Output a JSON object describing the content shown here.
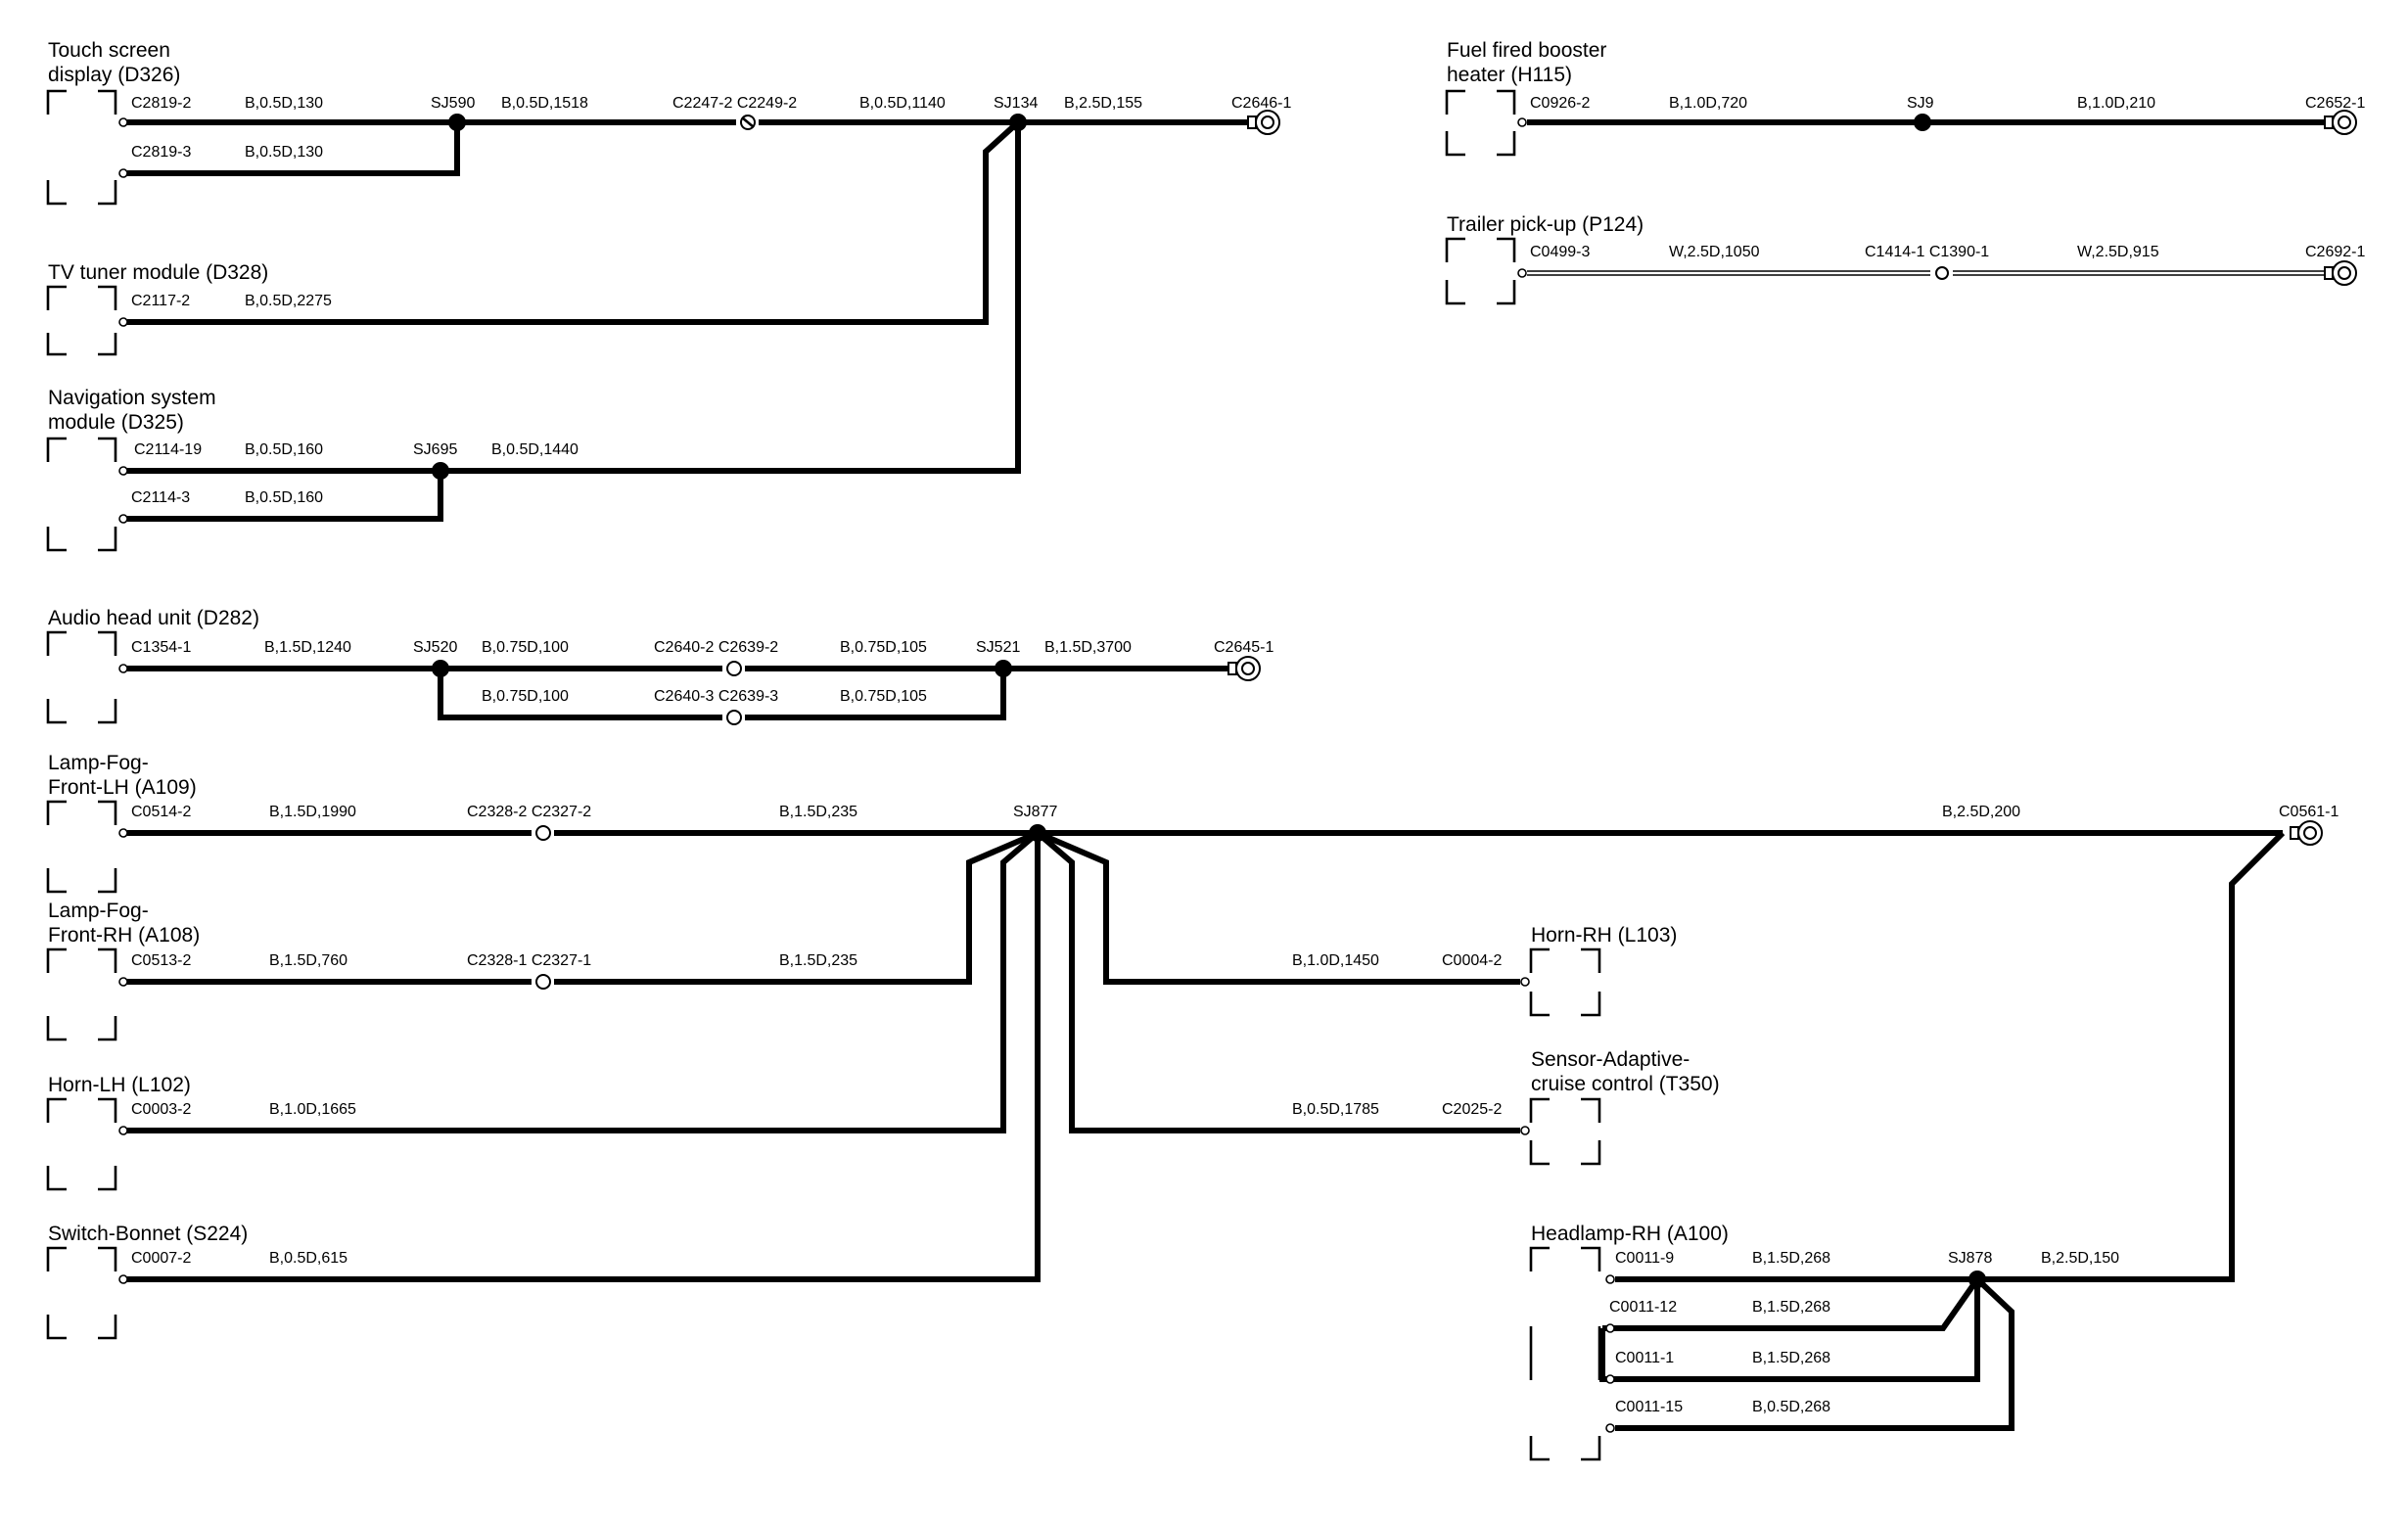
{
  "components": {
    "touch_screen": {
      "title1": "Touch screen",
      "title2": "display (D326)"
    },
    "tv_tuner": {
      "title1": "TV tuner module (D328)"
    },
    "nav_module": {
      "title1": "Navigation system",
      "title2": "module (D325)"
    },
    "audio_head": {
      "title1": "Audio head unit (D282)"
    },
    "fog_lh": {
      "title1": "Lamp-Fog-",
      "title2": "Front-LH (A109)"
    },
    "fog_rh": {
      "title1": "Lamp-Fog-",
      "title2": "Front-RH (A108)"
    },
    "horn_lh": {
      "title1": "Horn-LH (L102)"
    },
    "switch_bonnet": {
      "title1": "Switch-Bonnet (S224)"
    },
    "fuel_heater": {
      "title1": "Fuel fired booster",
      "title2": "heater (H115)"
    },
    "trailer": {
      "title1": "Trailer pick-up (P124)"
    },
    "horn_rh": {
      "title1": "Horn-RH (L103)"
    },
    "acc_sensor": {
      "title1": "Sensor-Adaptive-",
      "title2": "cruise control (T350)"
    },
    "headlamp_rh": {
      "title1": "Headlamp-RH (A100)"
    }
  },
  "labels": {
    "ts": {
      "c1": "C2819-2",
      "w1": "B,0.5D,130",
      "sj": "SJ590",
      "w2": "B,0.5D,1518",
      "cpair": "C2247-2 C2249-2",
      "w3": "B,0.5D,1140",
      "sj2": "SJ134",
      "w4": "B,2.5D,155",
      "end": "C2646-1",
      "c2": "C2819-3",
      "w5": "B,0.5D,130"
    },
    "tv": {
      "c1": "C2117-2",
      "w1": "B,0.5D,2275"
    },
    "nav": {
      "c1": "C2114-19",
      "w1": "B,0.5D,160",
      "sj": "SJ695",
      "w2": "B,0.5D,1440",
      "c2": "C2114-3",
      "w3": "B,0.5D,160"
    },
    "audio": {
      "c1": "C1354-1",
      "w1": "B,1.5D,1240",
      "sj": "SJ520",
      "w2": "B,0.75D,100",
      "cpair1": "C2640-2 C2639-2",
      "w3": "B,0.75D,105",
      "sj2": "SJ521",
      "w4": "B,1.5D,3700",
      "end": "C2645-1",
      "w5": "B,0.75D,100",
      "cpair2": "C2640-3 C2639-3",
      "w6": "B,0.75D,105"
    },
    "foglh": {
      "c1": "C0514-2",
      "w1": "B,1.5D,1990",
      "cpair": "C2328-2 C2327-2",
      "w2": "B,1.5D,235",
      "sj": "SJ877",
      "w3": "B,2.5D,200",
      "end": "C0561-1"
    },
    "fogrh": {
      "c1": "C0513-2",
      "w1": "B,1.5D,760",
      "cpair": "C2328-1 C2327-1",
      "w2": "B,1.5D,235"
    },
    "hornlh": {
      "c1": "C0003-2",
      "w1": "B,1.0D,1665"
    },
    "bonnet": {
      "c1": "C0007-2",
      "w1": "B,0.5D,615"
    },
    "hornrh": {
      "w1": "B,1.0D,1450",
      "c1": "C0004-2"
    },
    "acc": {
      "w1": "B,0.5D,1785",
      "c1": "C2025-2"
    },
    "fuel": {
      "c1": "C0926-2",
      "w1": "B,1.0D,720",
      "sj": "SJ9",
      "w2": "B,1.0D,210",
      "end": "C2652-1"
    },
    "trailer": {
      "c1": "C0499-3",
      "w1": "W,2.5D,1050",
      "cpair": "C1414-1 C1390-1",
      "w2": "W,2.5D,915",
      "end": "C2692-1"
    },
    "head": {
      "c1": "C0011-9",
      "w1": "B,1.5D,268",
      "sj": "SJ878",
      "w2": "B,2.5D,150",
      "c2": "C0011-12",
      "w3": "B,1.5D,268",
      "c3": "C0011-1",
      "w4": "B,1.5D,268",
      "c4": "C0011-15",
      "w5": "B,0.5D,268"
    }
  }
}
